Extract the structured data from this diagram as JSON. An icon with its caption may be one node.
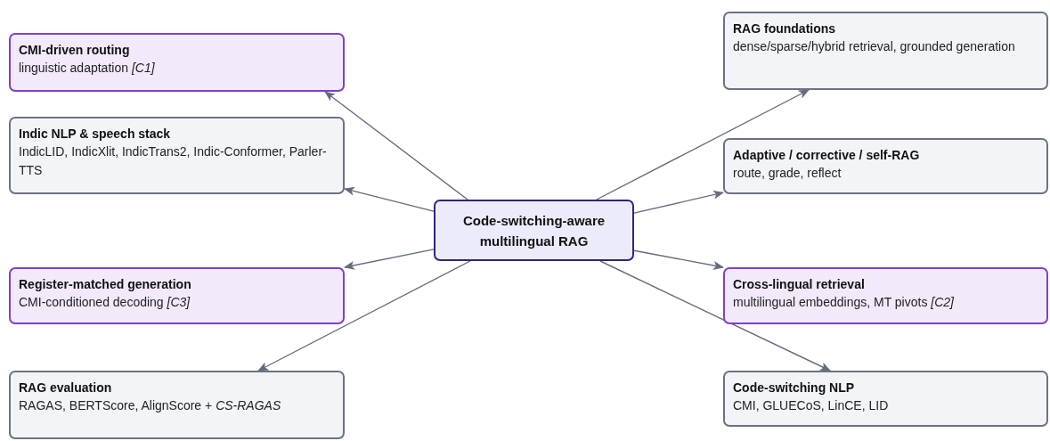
{
  "diagram": {
    "nodes": [
      {
        "text": [
          "CMI-driven routing",
          "linguistic adaptation *[C1]*"
        ]
      },
      {
        "text": [
          "RAG foundations",
          "dense/sparse/hybrid retrieval, grounded generation"
        ]
      },
      {
        "text": [
          "Indic NLP & speech stack",
          "IndicLID, IndicXlit, IndicTrans2, Indic-Conformer, Parler-TTS"
        ]
      },
      {
        "text": [
          "Adaptive / corrective / self-RAG",
          "route, grade, reflect"
        ]
      },
      {
        "text": [
          "Code-switching-aware multilingual RAG"
        ]
      },
      {
        "text": [
          "Register-matched generation",
          "CMI-conditioned decoding *[C3]*"
        ]
      },
      {
        "text": [
          "Cross-lingual retrieval",
          "multilingual embeddings, MT pivots *[C2]*"
        ]
      },
      {
        "text": [
          "RAG evaluation",
          "RAGAS, BERTScore, AlignScore + *CS-RAGAS*"
        ]
      },
      {
        "text": [
          "Code-switching NLP",
          "CMI, GLUECoS, LinCE, LID"
        ]
      }
    ],
    "edges": [
      {
        "from": 4,
        "to": 0,
        "arrow": "to"
      },
      {
        "from": 4,
        "to": 2,
        "arrow": "to"
      },
      {
        "from": 4,
        "to": 1,
        "arrow": "to"
      },
      {
        "from": 4,
        "to": 3,
        "arrow": "to"
      },
      {
        "from": 4,
        "to": 5,
        "arrow": "to"
      },
      {
        "from": 4,
        "to": 6,
        "arrow": "to"
      },
      {
        "from": 4,
        "to": 7,
        "arrow": "to"
      },
      {
        "from": 4,
        "to": 8,
        "arrow": "to"
      }
    ]
  }
}
